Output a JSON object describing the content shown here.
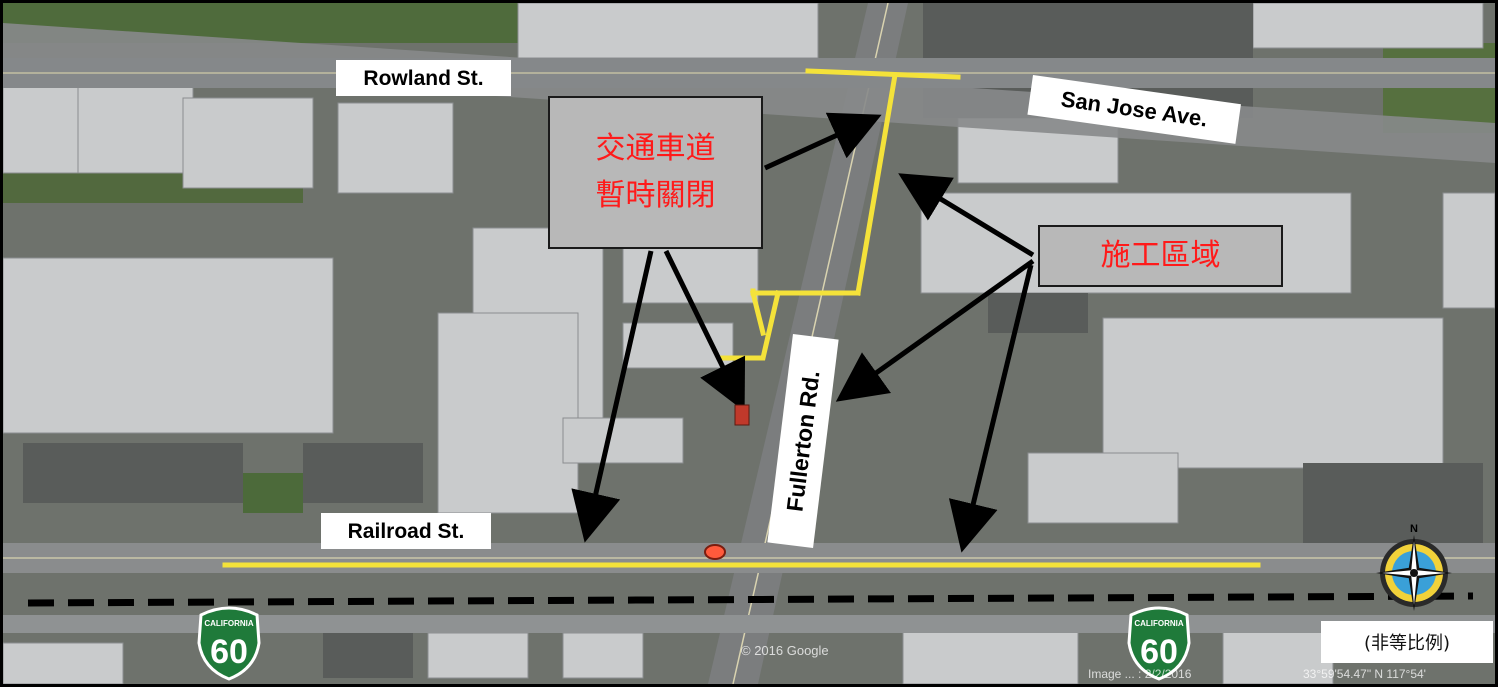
{
  "streets": {
    "rowland": "Rowland St.",
    "san_jose": "San Jose Ave.",
    "railroad": "Railroad St.",
    "fullerton": "Fullerton Rd."
  },
  "callouts": {
    "lane_closure": {
      "line1": "交通車道",
      "line2": "暫時關閉"
    },
    "work_zone": "施工區域"
  },
  "shields": {
    "state": "CALIFORNIA",
    "route": "60"
  },
  "scale_note": "(非等比例)",
  "compass_north": "N",
  "imagery": {
    "copyright": "© 2016 Google",
    "date": "Image ... : 2/2/2016",
    "coords": "33°59'54.47\" N  117°54'"
  },
  "colors": {
    "closure_line": "#f4e23a",
    "arrow": "#000000",
    "callout_text": "#ff1a1a",
    "callout_bg": "#b8b8b8"
  },
  "icons": [
    "compass-rose-icon",
    "ca-route-60-shield-icon",
    "construction-marker-icon"
  ]
}
